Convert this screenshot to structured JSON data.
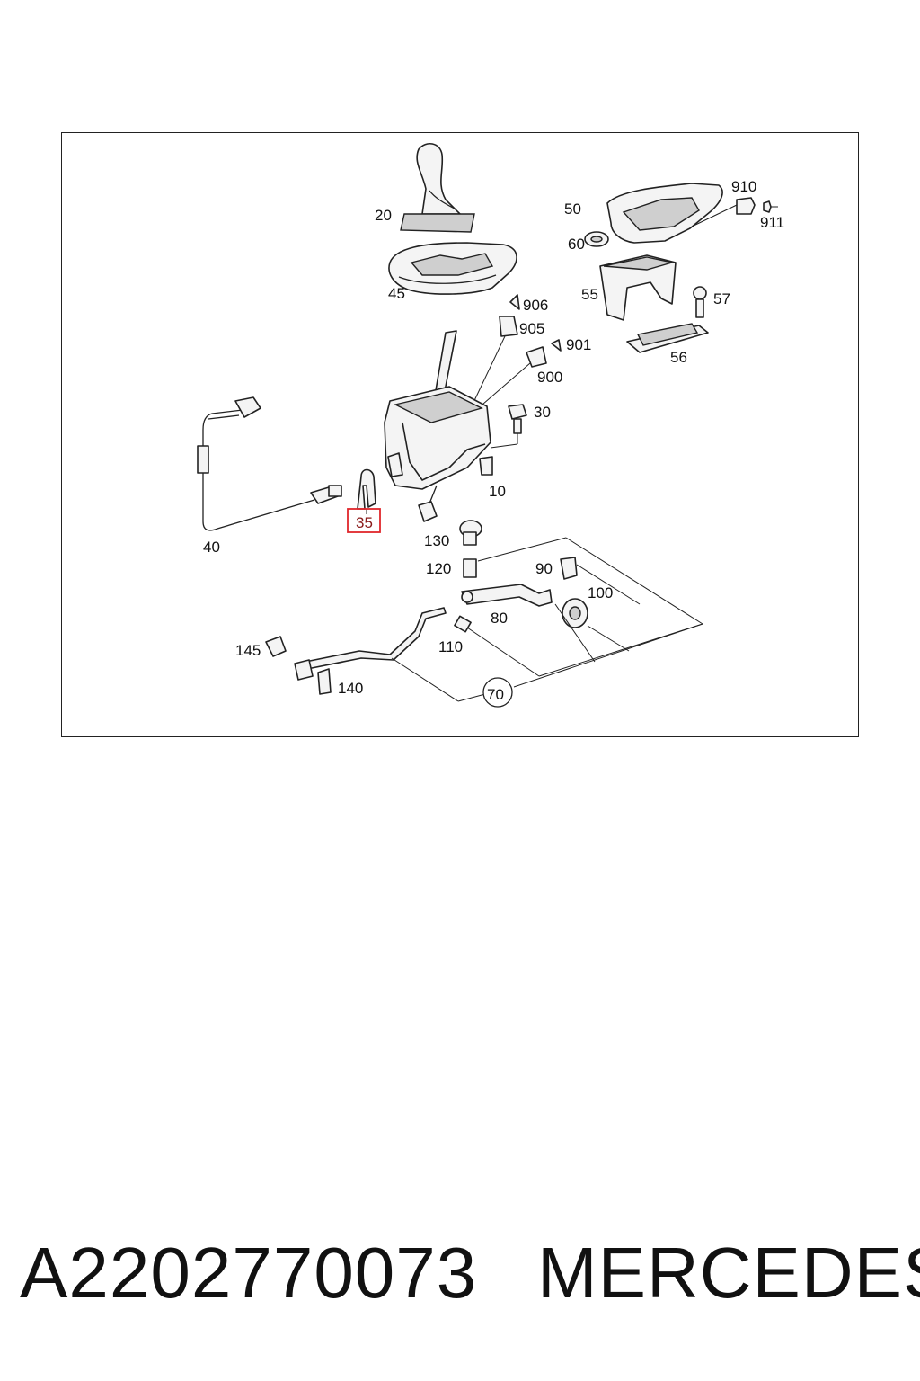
{
  "diagram": {
    "labels": {
      "p10": "10",
      "p20": "20",
      "p30": "30",
      "p35": "35",
      "p40": "40",
      "p45": "45",
      "p50": "50",
      "p55": "55",
      "p56": "56",
      "p57": "57",
      "p60": "60",
      "p70": "70",
      "p80": "80",
      "p90": "90",
      "p100": "100",
      "p110": "110",
      "p120": "120",
      "p130": "130",
      "p140": "140",
      "p145": "145",
      "p900": "900",
      "p901": "901",
      "p905": "905",
      "p906": "906",
      "p910": "910",
      "p911": "911"
    },
    "highlighted_part": "35",
    "highlight_color": "#e0262b"
  },
  "footer": {
    "part_number": "A2202770073",
    "brand": "MERCEDES"
  }
}
